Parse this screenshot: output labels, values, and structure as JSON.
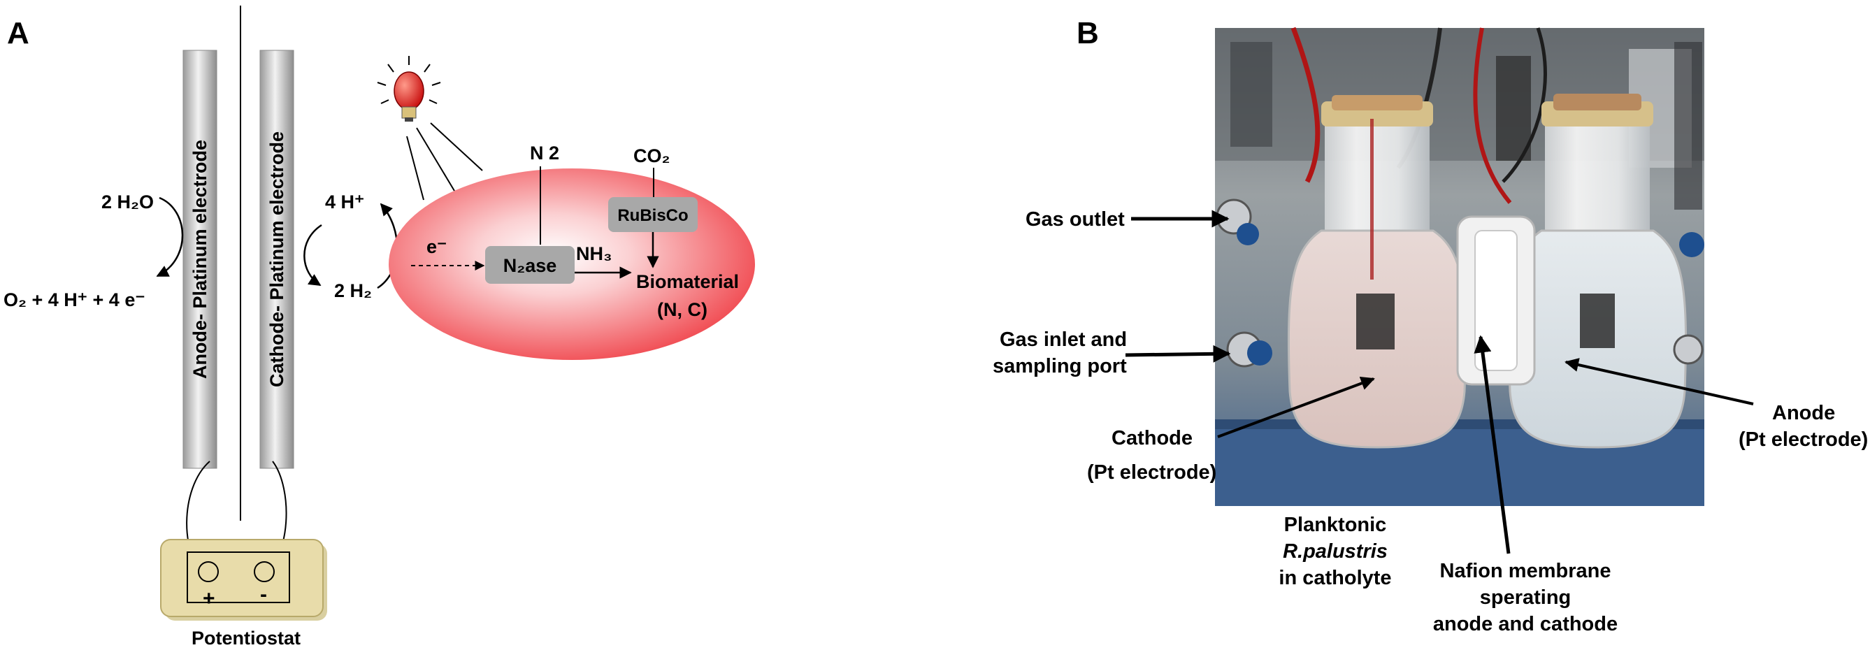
{
  "panel_a": {
    "label": "A",
    "anode_label": "Anode- Platinum electrode",
    "cathode_label": "Cathode- Platinum electrode",
    "water": "2 H₂O",
    "oxygen_products": "O₂ + 4 H⁺ + 4 e⁻",
    "protons": "4 H⁺",
    "hydrogen": "2 H₂",
    "electron": "e⁻",
    "n2": "N 2",
    "co2": "CO₂",
    "rubisco": "RuBisCo",
    "nitrogenase": "N₂ase",
    "nh3": "NH₃",
    "biomaterial": "Biomaterial",
    "biomaterial_sub": "(N, C)",
    "potentiostat": "Potentiostat",
    "plus": "+",
    "minus": "-"
  },
  "panel_b": {
    "label": "B",
    "gas_outlet": "Gas outlet",
    "gas_inlet_1": "Gas inlet and",
    "gas_inlet_2": "sampling port",
    "cathode_1": "Cathode",
    "cathode_2": "(Pt electrode)",
    "anode_1": "Anode",
    "anode_2": "(Pt electrode)",
    "planktonic_1": "Planktonic",
    "planktonic_2": "R.palustris",
    "planktonic_3": "in catholyte",
    "nafion_1": "Nafion membrane",
    "nafion_2": "sperating",
    "nafion_3": "anode and cathode"
  },
  "colors": {
    "cell_fill": "#f25a5f",
    "bulb": "#d81b1b",
    "electrode": "#c9c9c9",
    "potentiostat": "#e8dcaa",
    "enzyme_box": "#a8a8a8"
  }
}
